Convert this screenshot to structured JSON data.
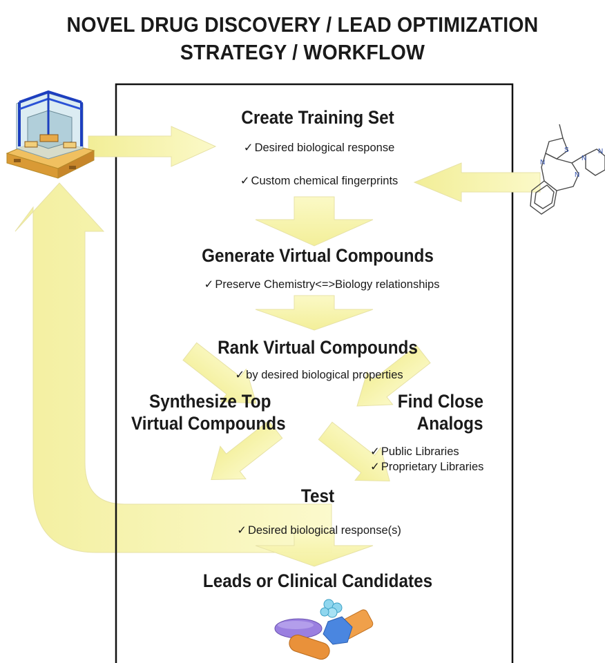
{
  "title": {
    "line1": "NOVEL DRUG DISCOVERY / LEAD OPTIMIZATION",
    "line2": "STRATEGY / WORKFLOW"
  },
  "check_mark": "✓",
  "steps": {
    "create_training_set": {
      "heading": "Create Training Set",
      "items": [
        "Desired biological response",
        "Custom chemical fingerprints"
      ]
    },
    "generate_virtual_compounds": {
      "heading": "Generate Virtual Compounds",
      "items": [
        "Preserve Chemistry<=>Biology relationships"
      ]
    },
    "rank_virtual_compounds": {
      "heading": "Rank Virtual Compounds",
      "items": [
        "by desired biological properties"
      ]
    },
    "synthesize_top": {
      "heading_line1": "Synthesize Top",
      "heading_line2": "Virtual Compounds"
    },
    "find_close_analogs": {
      "heading_line1": "Find Close",
      "heading_line2": "Analogs",
      "items": [
        "Public Libraries",
        "Proprietary Libraries"
      ]
    },
    "test": {
      "heading": "Test",
      "items": [
        "Desired biological response(s)"
      ]
    },
    "leads": {
      "heading": "Leads or Clinical Candidates"
    }
  },
  "molecule_atoms": [
    "S",
    "N",
    "N",
    "N",
    "N"
  ],
  "colors": {
    "arrow_fill": "#f6f3a8",
    "arrow_stroke": "#e4dfa0",
    "frame": "#111111",
    "text": "#1a1a1a"
  },
  "icons": {
    "lab_robot": "laboratory-automation-robot-icon",
    "molecule": "chemical-structure-icon",
    "compounds": "compound-shapes-icon"
  }
}
